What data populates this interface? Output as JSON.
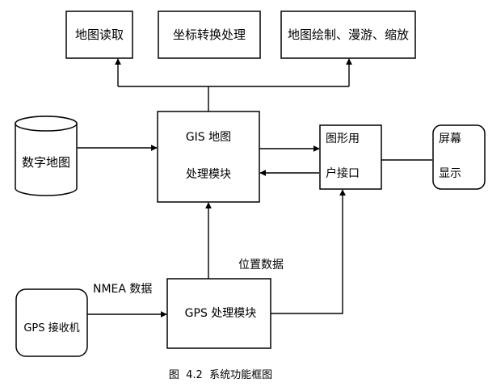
{
  "diagram": {
    "nodes": {
      "map_read": "地图读取",
      "coord_transform": "坐标转换处理",
      "map_draw": "地图绘制、漫游、缩放",
      "digital_map": "数字地图",
      "gis_module_line1": "GIS 地图",
      "gis_module_line2": "处理模块",
      "graphic_ui_line1": "图形用",
      "graphic_ui_line2": "户接口",
      "screen_line1": "屏幕",
      "screen_line2": "显示",
      "gps_receiver": "GPS 接收机",
      "gps_module": "GPS 处理模块"
    },
    "edge_labels": {
      "nmea_data": "NMEA 数据",
      "position_data": "位置数据"
    },
    "caption": "图  4.2  系统功能框图"
  }
}
